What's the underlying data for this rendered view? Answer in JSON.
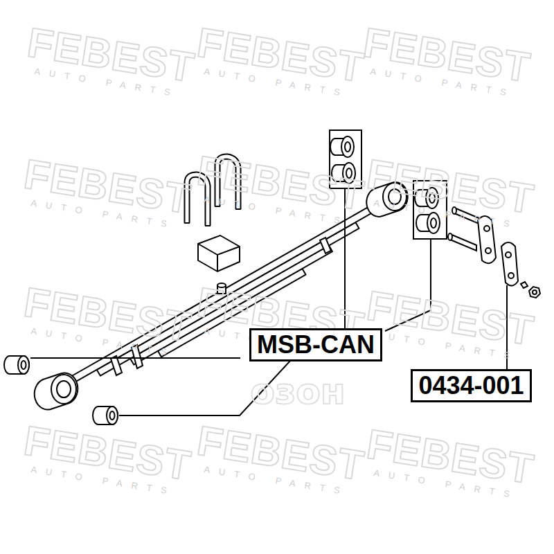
{
  "diagram": {
    "nodes": [
      {
        "text": [
          "MSB-CAN"
        ]
      },
      {
        "text": [
          "0434-001"
        ]
      }
    ],
    "labels": [
      "FEBEST",
      "AUTO PARTS",
      "FEBEST",
      "AUTO PARTS",
      "FEBEST",
      "AUTO PARTS",
      "FEBEST",
      "AUTO PARTS",
      "FEBEST",
      "AUTO PARTS",
      "FEBEST",
      "AUTO PARTS",
      "FEBEST",
      "AUTO PARTS",
      "FEBEST",
      "AUTO PARTS",
      "FEBEST",
      "AUTO PARTS",
      "FEBEST",
      "AUTO PARTS",
      "FEBEST",
      "AUTO PARTS",
      "FEBEST",
      "AUTO PARTS",
      "озон"
    ]
  }
}
